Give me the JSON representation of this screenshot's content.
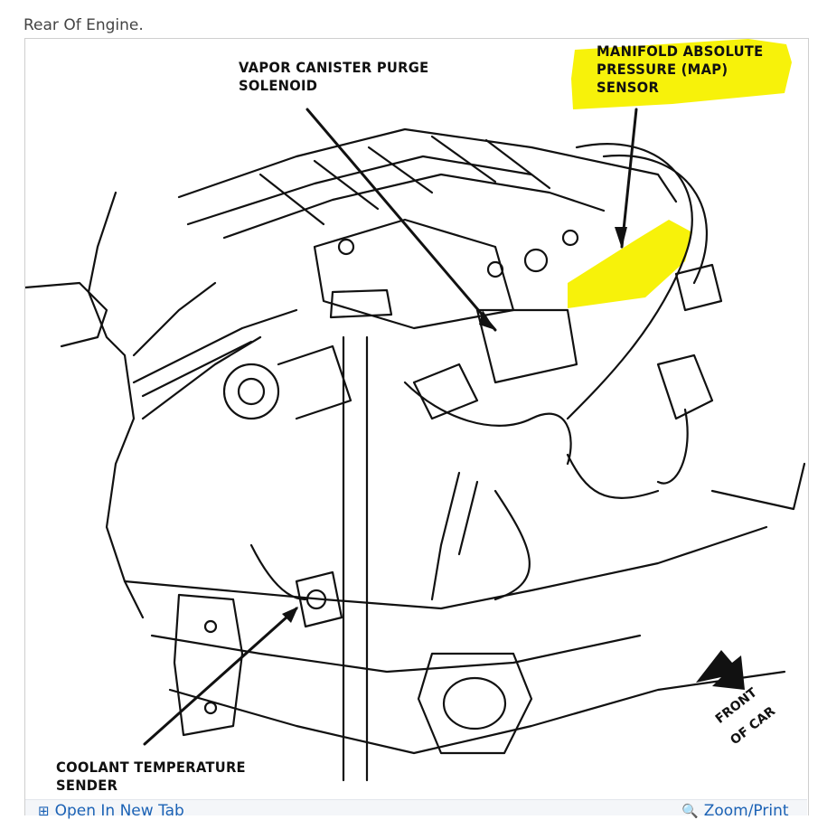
{
  "caption": "Rear Of Engine.",
  "labels": {
    "vapor_canister": [
      "VAPOR CANISTER PURGE",
      "SOLENOID"
    ],
    "map_sensor": [
      "MANIFOLD ABSOLUTE",
      "PRESSURE (MAP)",
      "SENSOR"
    ],
    "coolant": [
      "COOLANT TEMPERATURE",
      "SENDER"
    ],
    "front": [
      "FRONT",
      "OF CAR"
    ]
  },
  "toolbar": {
    "open_new_tab": "Open In New Tab",
    "zoom_print": "Zoom/Print"
  },
  "colors": {
    "highlight": "#f7f20a",
    "link": "#1b62b5"
  },
  "icons": {
    "open": "external-link-icon",
    "zoom": "magnifier-icon"
  }
}
